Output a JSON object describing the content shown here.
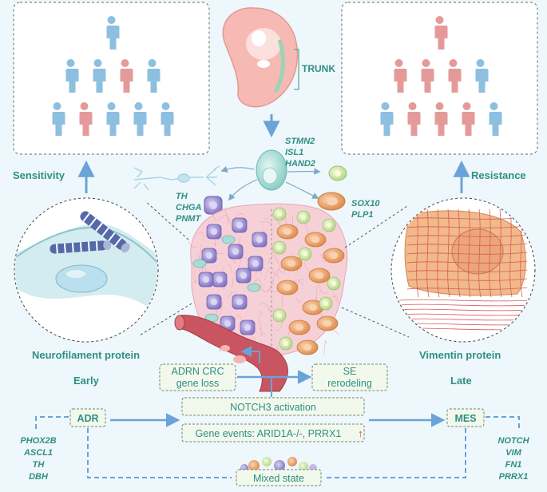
{
  "labels": {
    "trunk": "TRUNK",
    "sensitivity": "Sensitivity",
    "resistance": "Resistance",
    "neurofilament": "Neurofilament protein",
    "vimentin": "Vimentin protein",
    "early": "Early",
    "late": "Late"
  },
  "genes": {
    "center": [
      "STMN2",
      "ISL1",
      "HAND2"
    ],
    "adrn": [
      "TH",
      "CHGA",
      "PNMT"
    ],
    "mes": [
      "SOX10",
      "PLP1"
    ],
    "left_bottom": [
      "PHOX2B",
      "ASCL1",
      "TH",
      "DBH"
    ],
    "right_bottom": [
      "NOTCH",
      "VIM",
      "FN1",
      "PRRX1"
    ]
  },
  "boxes": {
    "adrn_crc": [
      "ADRN CRC",
      "gene loss"
    ],
    "se": [
      "SE",
      "rerodeling"
    ],
    "notch3": "NOTCH3 activation",
    "gene_events": "Gene events: ARID1A-/-, PRRX1",
    "gene_events_arrow": "↑",
    "adr": "ADR",
    "mes": "MES",
    "mixed": "Mixed state"
  },
  "colors": {
    "teal": "#2f8f83",
    "person_blue": "#8dbfe0",
    "person_pink": "#e59a9a",
    "arrow_blue": "#6aa3d8",
    "adrn_cell": "#9b8fcf",
    "mes_cell": "#eaa56f"
  },
  "population_left": [
    [
      "blue"
    ],
    [
      "blue",
      "blue",
      "pink",
      "blue"
    ],
    [
      "blue",
      "pink",
      "blue",
      "blue",
      "blue"
    ]
  ],
  "population_right": [
    [
      "pink"
    ],
    [
      "pink",
      "pink",
      "pink",
      "blue"
    ],
    [
      "blue",
      "pink",
      "pink",
      "pink",
      "blue"
    ]
  ]
}
